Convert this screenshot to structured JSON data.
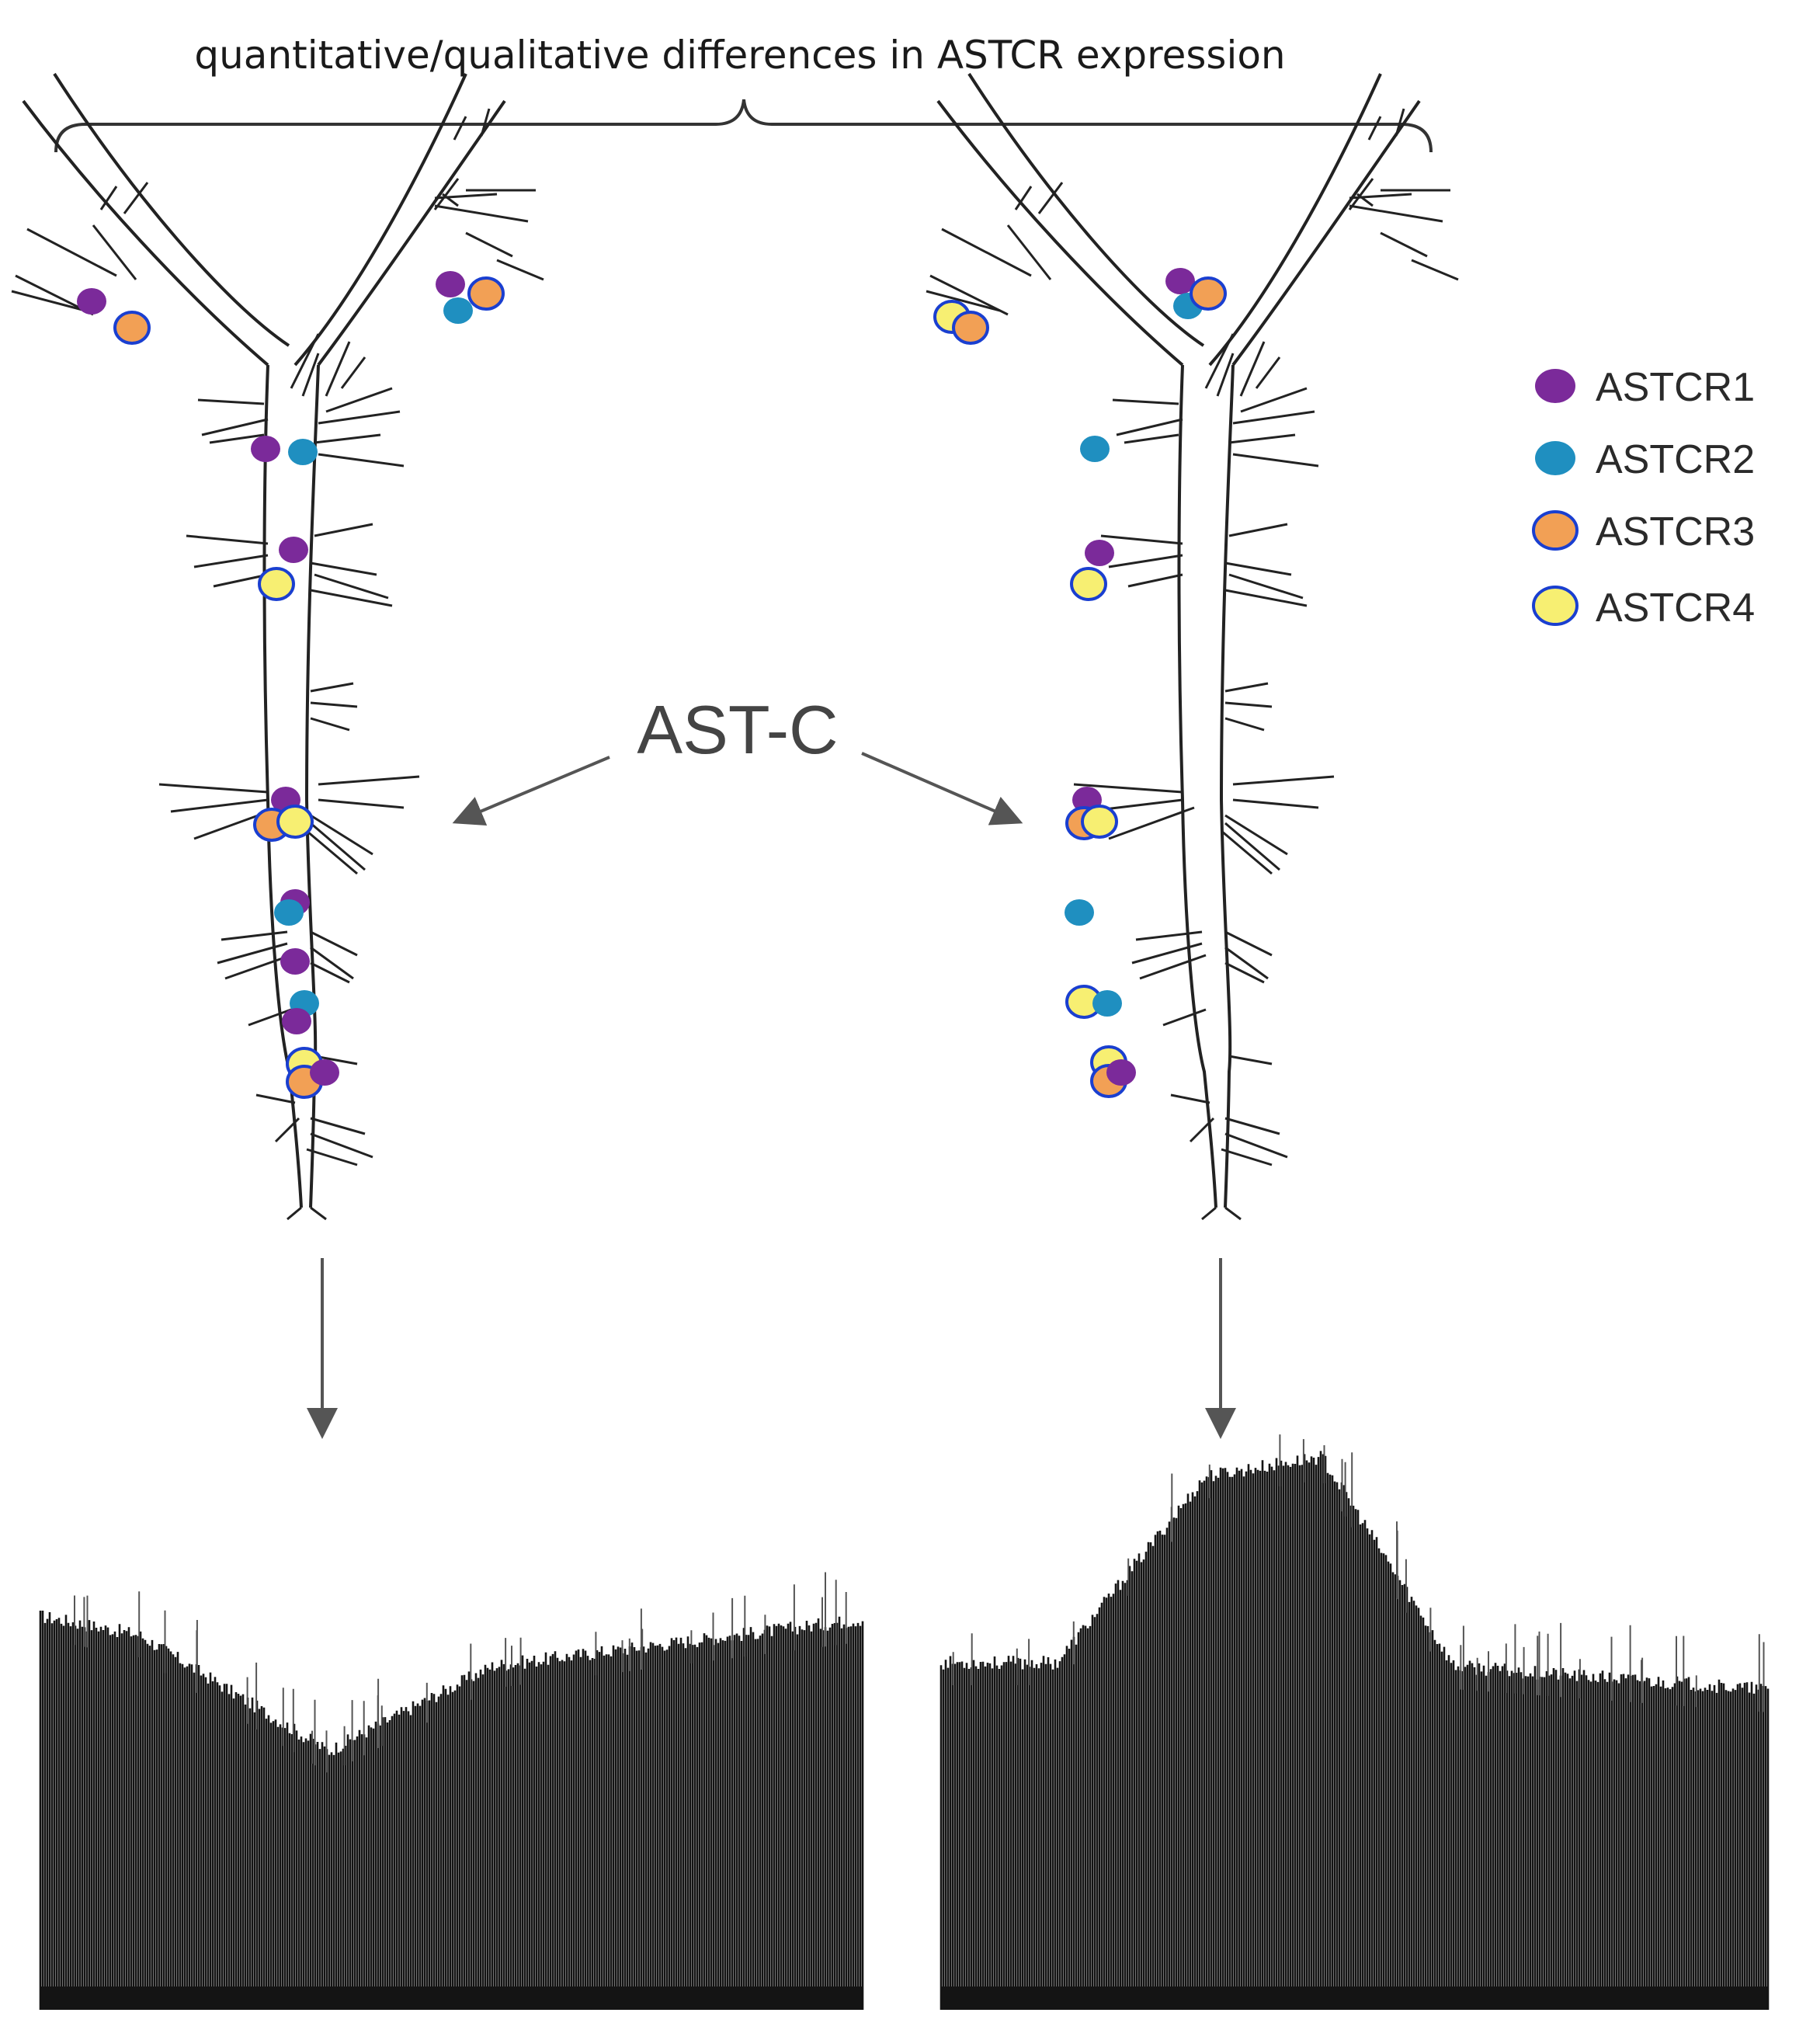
{
  "title": "quantitative/qualitative differences in ASTCR expression",
  "center_label": "AST-C",
  "legend": [
    {
      "label": "ASTCR1",
      "color": "#7b2a9a"
    },
    {
      "label": "ASTCR2",
      "color": "#1f8fc0"
    },
    {
      "label": "ASTCR3",
      "color": "#f2a055"
    },
    {
      "label": "ASTCR4",
      "color": "#f7ef72"
    }
  ],
  "colors": {
    "outline": "#1a3fd0",
    "neuron_line": "#222222",
    "arrow": "#555555",
    "trace": "#141414"
  },
  "icons": {
    "neuron": "dendritic-neuron-icon",
    "receptor": "receptor-dot-icon",
    "arrow": "arrow-icon"
  },
  "neurons": [
    {
      "name": "left",
      "receptors": [
        {
          "type": 1
        },
        {
          "type": 3
        },
        {
          "type": 1
        },
        {
          "type": 2
        },
        {
          "type": 3
        },
        {
          "type": 1
        },
        {
          "type": 2
        },
        {
          "type": 1
        },
        {
          "type": 4
        },
        {
          "type": 1
        },
        {
          "type": 3
        },
        {
          "type": 4
        },
        {
          "type": 1
        },
        {
          "type": 2
        },
        {
          "type": 1
        },
        {
          "type": 2
        },
        {
          "type": 1
        },
        {
          "type": 4
        },
        {
          "type": 3
        },
        {
          "type": 1
        }
      ]
    },
    {
      "name": "right",
      "receptors": [
        {
          "type": 4
        },
        {
          "type": 3
        },
        {
          "type": 1
        },
        {
          "type": 2
        },
        {
          "type": 3
        },
        {
          "type": 2
        },
        {
          "type": 1
        },
        {
          "type": 4
        },
        {
          "type": 1
        },
        {
          "type": 3
        },
        {
          "type": 4
        },
        {
          "type": 2
        },
        {
          "type": 4
        },
        {
          "type": 2
        },
        {
          "type": 4
        },
        {
          "type": 3
        },
        {
          "type": 1
        }
      ]
    }
  ],
  "traces": [
    {
      "name": "left-trace",
      "response": "decrease"
    },
    {
      "name": "right-trace",
      "response": "increase"
    }
  ]
}
